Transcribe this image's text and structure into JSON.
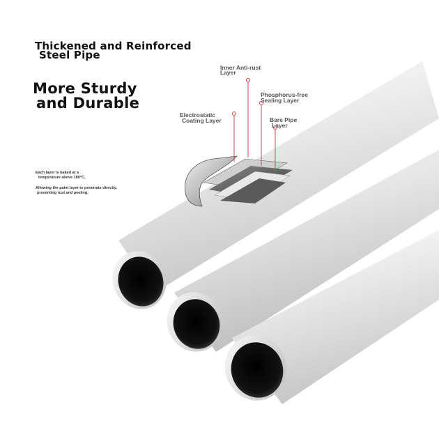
{
  "headline": {
    "line1": "Thickened and Reinforced",
    "line2": "Steel Pipe"
  },
  "tagline": {
    "line1": "More Sturdy",
    "line2": "and Durable"
  },
  "layers": [
    {
      "line1": "Inner Anti-rust",
      "line2": "Layer"
    },
    {
      "line1": "Phosphorus-free",
      "line2": "Sealing Layer"
    },
    {
      "line1": "Electrostatic",
      "line2": "Coating Layer"
    },
    {
      "line1": "Bare Pipe",
      "line2": "Layer"
    }
  ],
  "notes": {
    "bake_line1": "Each layer is baked at a",
    "bake_line2": "temperature above 180°C,",
    "paint_line1": "Allowing the paint layer to penetrate directly,",
    "paint_line2": "preventing rust and peeling."
  },
  "colors": {
    "pipe_light": "#f2f2f2",
    "pipe_mid": "#d6d6d6",
    "pipe_dark": "#9a9a9a",
    "pointer_red": "#e0404a"
  }
}
